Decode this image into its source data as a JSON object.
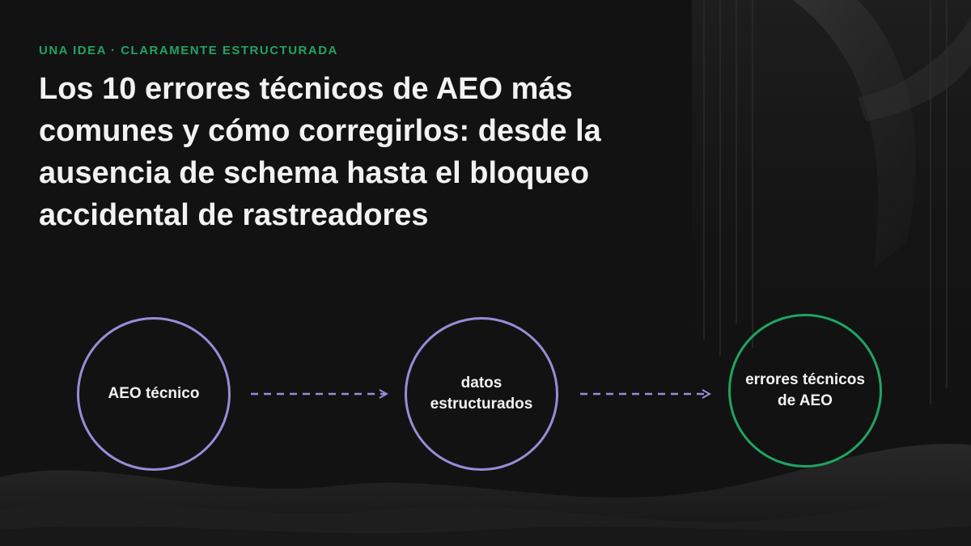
{
  "eyebrow": "UNA IDEA · CLARAMENTE ESTRUCTURADA",
  "title": "Los 10 errores técnicos de AEO más comunes y cómo corregirlos: desde la ausencia de schema hasta el bloqueo accidental de rastreadores",
  "diagram": {
    "nodes": [
      {
        "id": "n1",
        "label": "AEO técnico",
        "style": "purple"
      },
      {
        "id": "n2",
        "label": "datos estructurados",
        "style": "purple"
      },
      {
        "id": "n3",
        "label": "errores técnicos de AEO",
        "style": "green"
      }
    ],
    "edges": [
      {
        "from": "n1",
        "to": "n2",
        "style": "dashed"
      },
      {
        "from": "n2",
        "to": "n3",
        "style": "dashed"
      }
    ]
  },
  "colors": {
    "background": "#121212",
    "accent_green": "#1fa463",
    "node_purple": "#9b8bd8",
    "text": "#f2f2f2"
  }
}
